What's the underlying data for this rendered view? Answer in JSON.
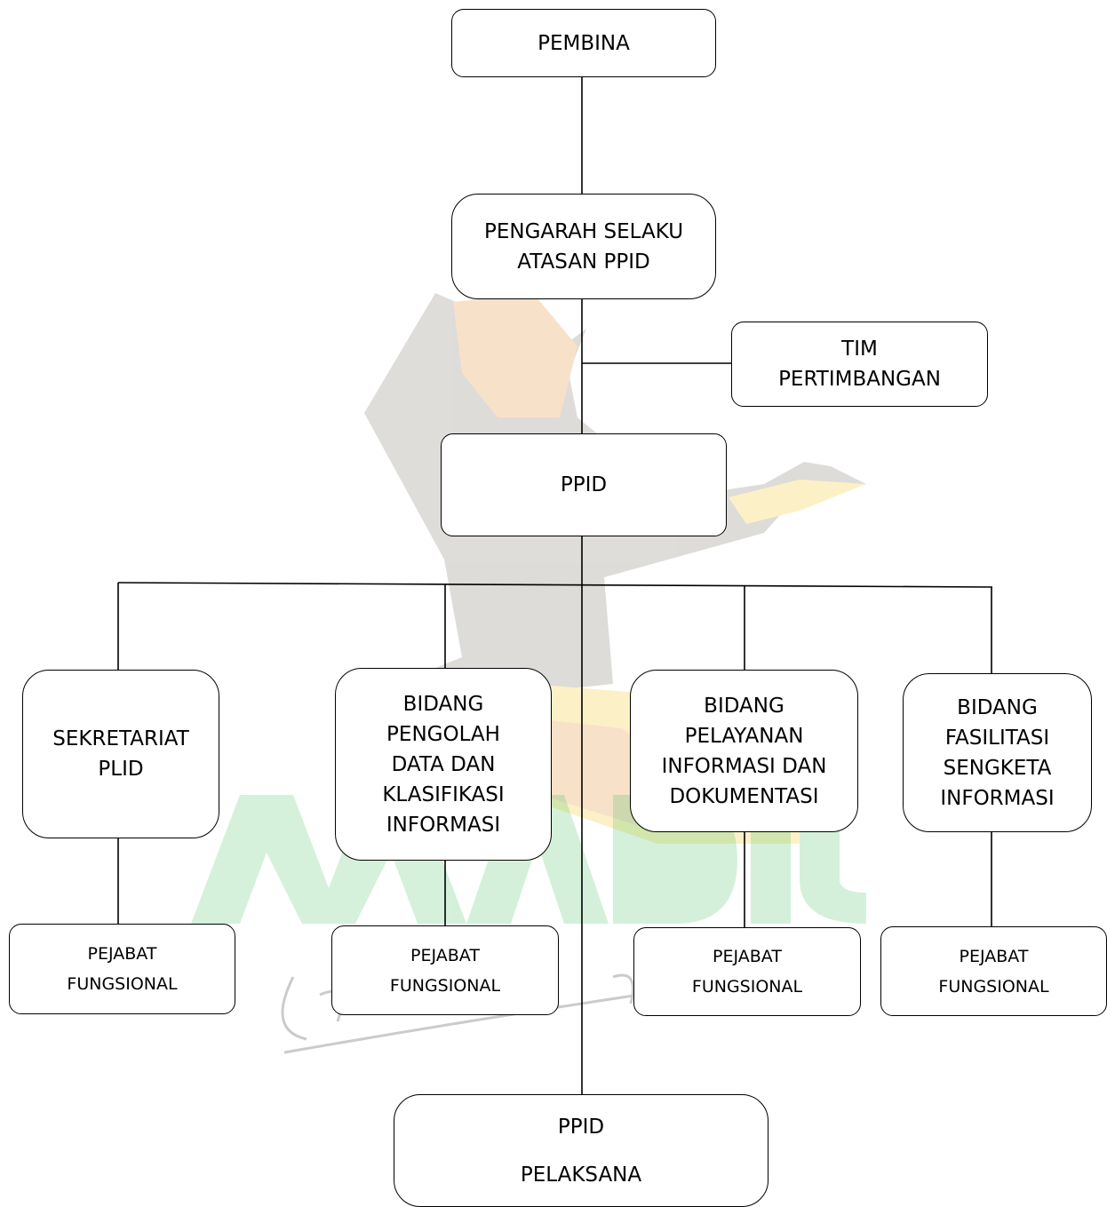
{
  "watermark": {
    "text": "MADIUN",
    "subtext": "Kota Pendekar",
    "colors": {
      "green": "#2db84d",
      "gold": "#f2c200",
      "orange": "#e07a10",
      "figure": "#6d6253"
    }
  },
  "nodes": {
    "pembina": [
      "PEMBINA"
    ],
    "pengarah": [
      "PENGARAH SELAKU",
      "ATASAN PPID"
    ],
    "tim": [
      "TIM",
      "PERTIMBANGAN"
    ],
    "ppid": [
      "PPID"
    ],
    "sekretariat": [
      "SEKRETARIAT",
      "PLID"
    ],
    "pengolah": [
      "BIDANG",
      "PENGOLAH",
      "DATA DAN",
      "KLASIFIKASI",
      "INFORMASI"
    ],
    "pelayanan": [
      "BIDANG",
      "PELAYANAN",
      "INFORMASI DAN",
      "DOKUMENTASI"
    ],
    "fasilitasi": [
      "BIDANG",
      "FASILITASI",
      "SENGKETA",
      "INFORMASI"
    ],
    "fungsional_1": [
      "PEJABAT",
      "FUNGSIONAL"
    ],
    "fungsional_2": [
      "PEJABAT",
      "FUNGSIONAL"
    ],
    "fungsional_3": [
      "PEJABAT",
      "FUNGSIONAL"
    ],
    "fungsional_4": [
      "PEJABAT",
      "FUNGSIONAL"
    ],
    "pelaksana": [
      "PPID",
      "PELAKSANA"
    ]
  }
}
